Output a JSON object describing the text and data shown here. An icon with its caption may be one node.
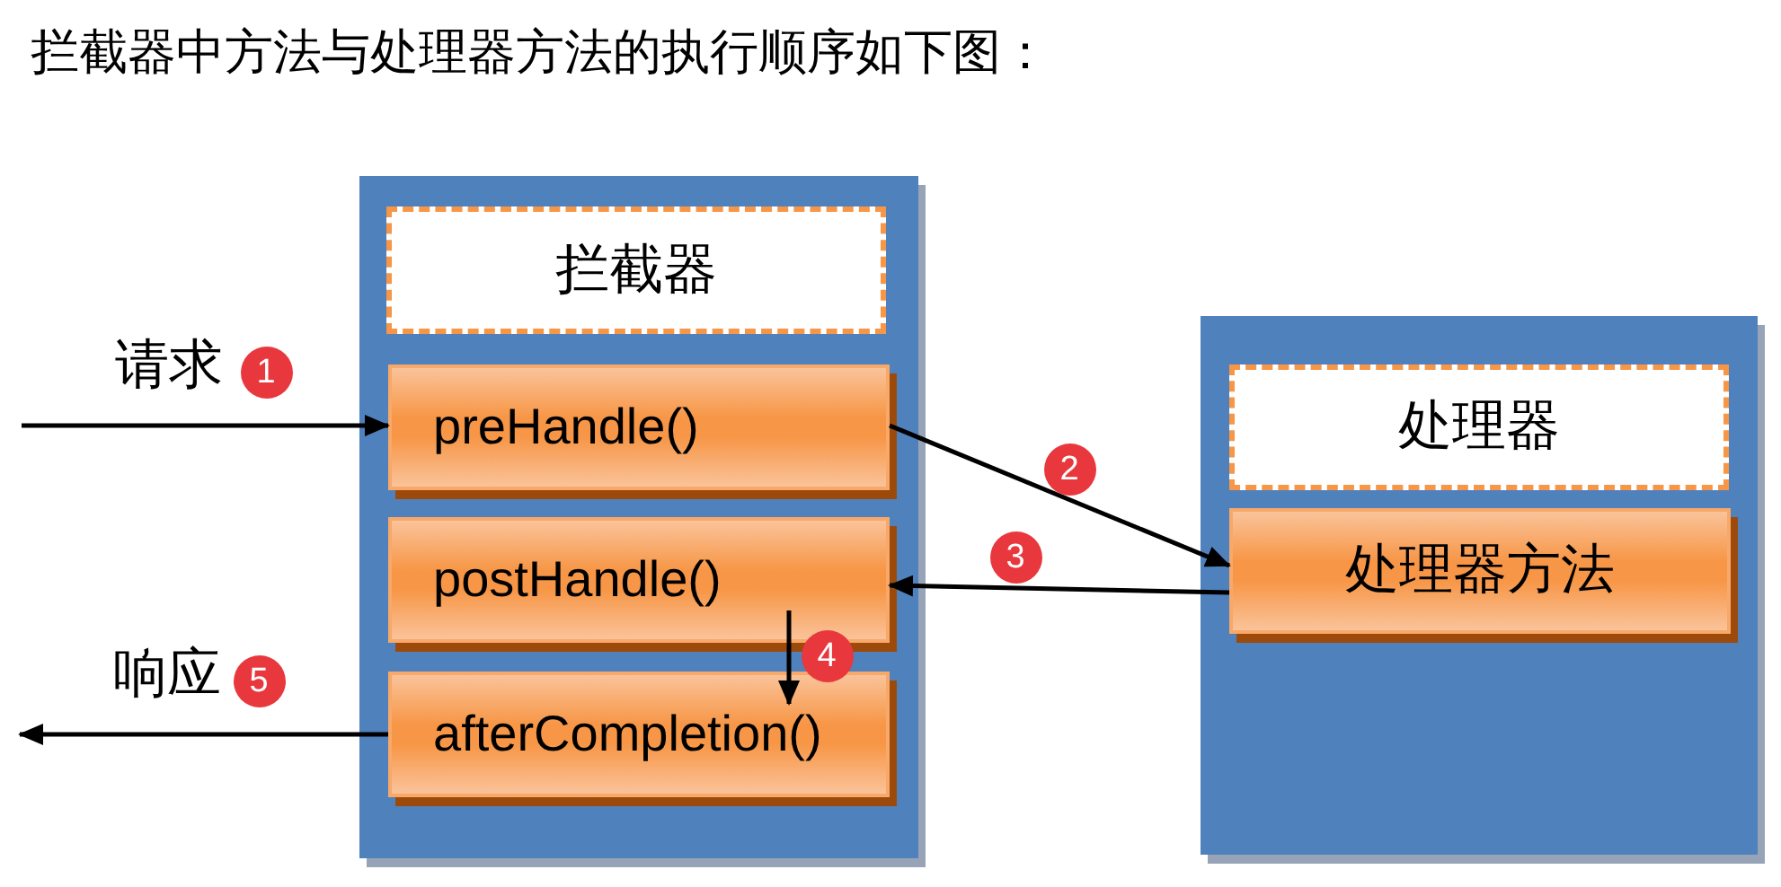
{
  "diagram": {
    "title": "拦截器中方法与处理器方法的执行顺序如下图：",
    "nodes": [
      {
        "text": [],
        "shape": "box"
      },
      {
        "text": [
          "拦截器"
        ],
        "in": 0
      },
      {
        "text": [
          "preHandle()"
        ],
        "in": 0
      },
      {
        "text": [
          "postHandle()"
        ],
        "in": 0
      },
      {
        "text": [
          "afterCompletion()"
        ],
        "in": 0
      },
      {
        "text": [],
        "shape": "box"
      },
      {
        "text": [
          "处理器"
        ],
        "in": 5
      },
      {
        "text": [
          "处理器方法"
        ],
        "in": 5
      }
    ],
    "edges": [
      {
        "from": null,
        "to": 2,
        "arrow": "to",
        "label": "请求"
      },
      {
        "from": 2,
        "to": 7,
        "arrow": "to"
      },
      {
        "from": 7,
        "to": 3,
        "arrow": "to"
      },
      {
        "from": 3,
        "to": 4,
        "arrow": "to"
      },
      {
        "from": 4,
        "to": null,
        "arrow": "to",
        "label": "响应"
      }
    ],
    "labels": [
      "1",
      "2",
      "3",
      "4",
      "5"
    ]
  }
}
